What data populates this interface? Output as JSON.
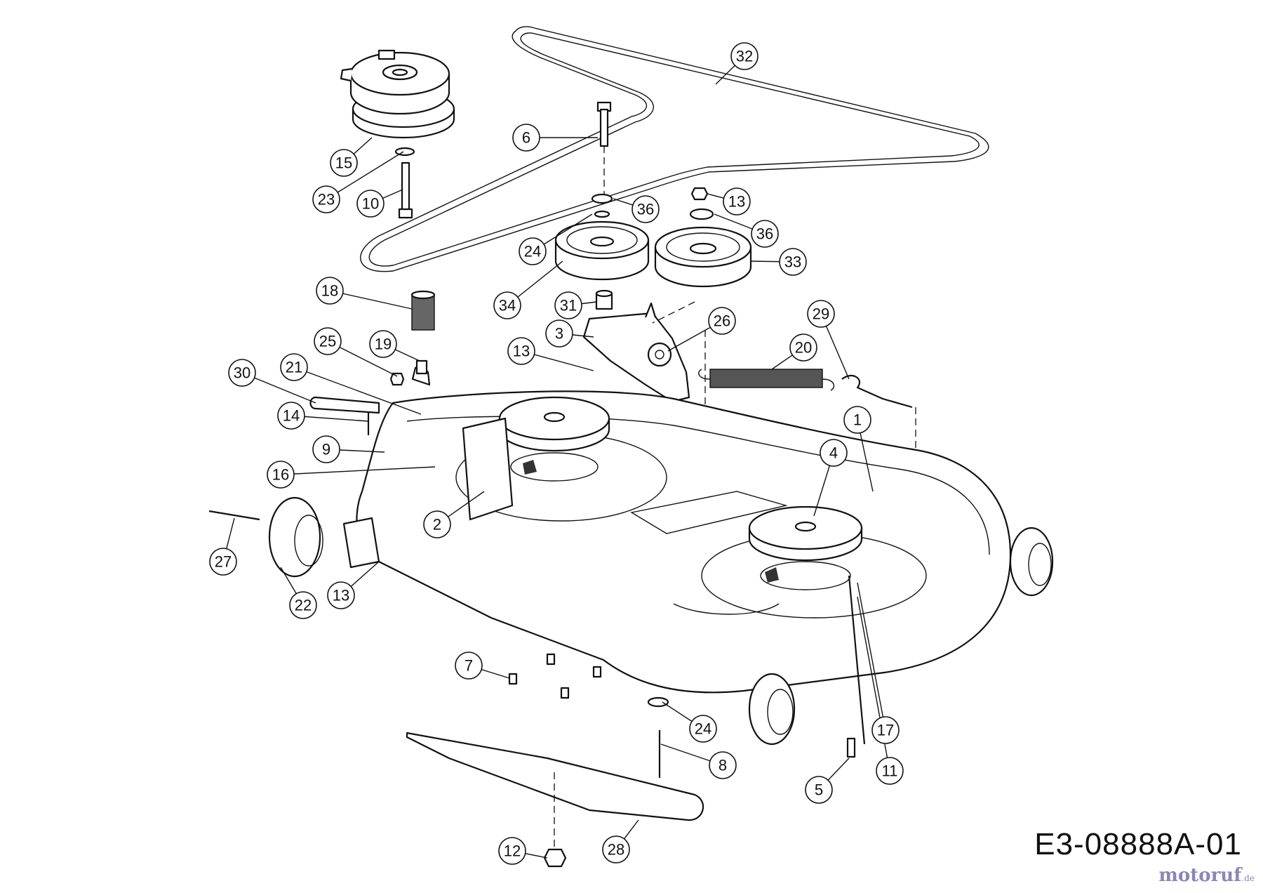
{
  "diagram": {
    "drawing_code": "E3-08888A-01",
    "watermark": {
      "brand": "motoruf",
      "tld": ".de"
    },
    "callouts": [
      "1",
      "2",
      "3",
      "4",
      "5",
      "6",
      "7",
      "8",
      "9",
      "10",
      "11",
      "12",
      "13",
      "13",
      "13",
      "14",
      "15",
      "16",
      "17",
      "18",
      "19",
      "20",
      "21",
      "22",
      "23",
      "24",
      "24",
      "25",
      "26",
      "27",
      "28",
      "29",
      "30",
      "31",
      "32",
      "33",
      "34",
      "36",
      "36"
    ]
  }
}
